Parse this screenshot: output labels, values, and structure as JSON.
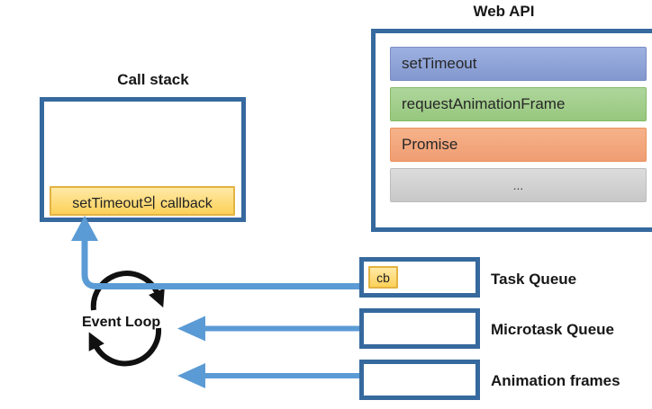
{
  "diagram": {
    "call_stack": {
      "title": "Call stack",
      "items": [
        "setTimeout의 callback"
      ]
    },
    "web_api": {
      "title": "Web API",
      "items": [
        {
          "label": "setTimeout",
          "color": "#8FA2D6"
        },
        {
          "label": "requestAnimationFrame",
          "color": "#A2CD8C"
        },
        {
          "label": "Promise",
          "color": "#F2A77D"
        },
        {
          "label": "...",
          "color": "#D0D0D0"
        }
      ]
    },
    "event_loop": {
      "label": "Event Loop"
    },
    "queues": [
      {
        "label": "Task Queue",
        "items": [
          "cb"
        ]
      },
      {
        "label": "Microtask Queue",
        "items": []
      },
      {
        "label": "Animation frames",
        "items": []
      }
    ],
    "colors": {
      "box_border": "#36699E",
      "arrow_blue": "#5B9BD5",
      "loop_arrow_black": "#111111",
      "highlight_yellow": "#FCD159"
    }
  }
}
